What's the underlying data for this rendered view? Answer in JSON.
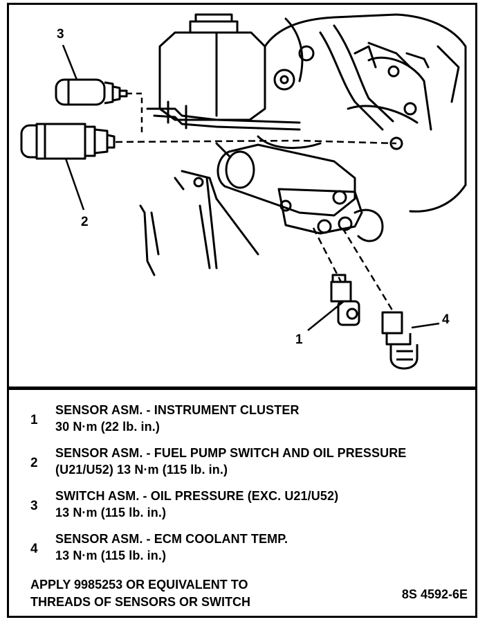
{
  "callouts": {
    "c1": "1",
    "c2": "2",
    "c3": "3",
    "c4": "4"
  },
  "legend": [
    {
      "num": "1",
      "line1": "SENSOR ASM. - INSTRUMENT CLUSTER",
      "line2": "30 N·m (22 lb. in.)"
    },
    {
      "num": "2",
      "line1": "SENSOR ASM. - FUEL PUMP SWITCH AND OIL PRESSURE",
      "line2": "(U21/U52) 13 N·m (115 lb. in.)"
    },
    {
      "num": "3",
      "line1": "SWITCH ASM. - OIL PRESSURE (EXC. U21/U52)",
      "line2": "13 N·m (115 lb. in.)"
    },
    {
      "num": "4",
      "line1": "SENSOR ASM. - ECM COOLANT TEMP.",
      "line2": "13 N·m (115 lb. in.)"
    }
  ],
  "note": {
    "line1": "APPLY 9985253 OR EQUIVALENT TO",
    "line2": "THREADS OF SENSORS OR SWITCH"
  },
  "figure_code": "8S 4592-6E"
}
